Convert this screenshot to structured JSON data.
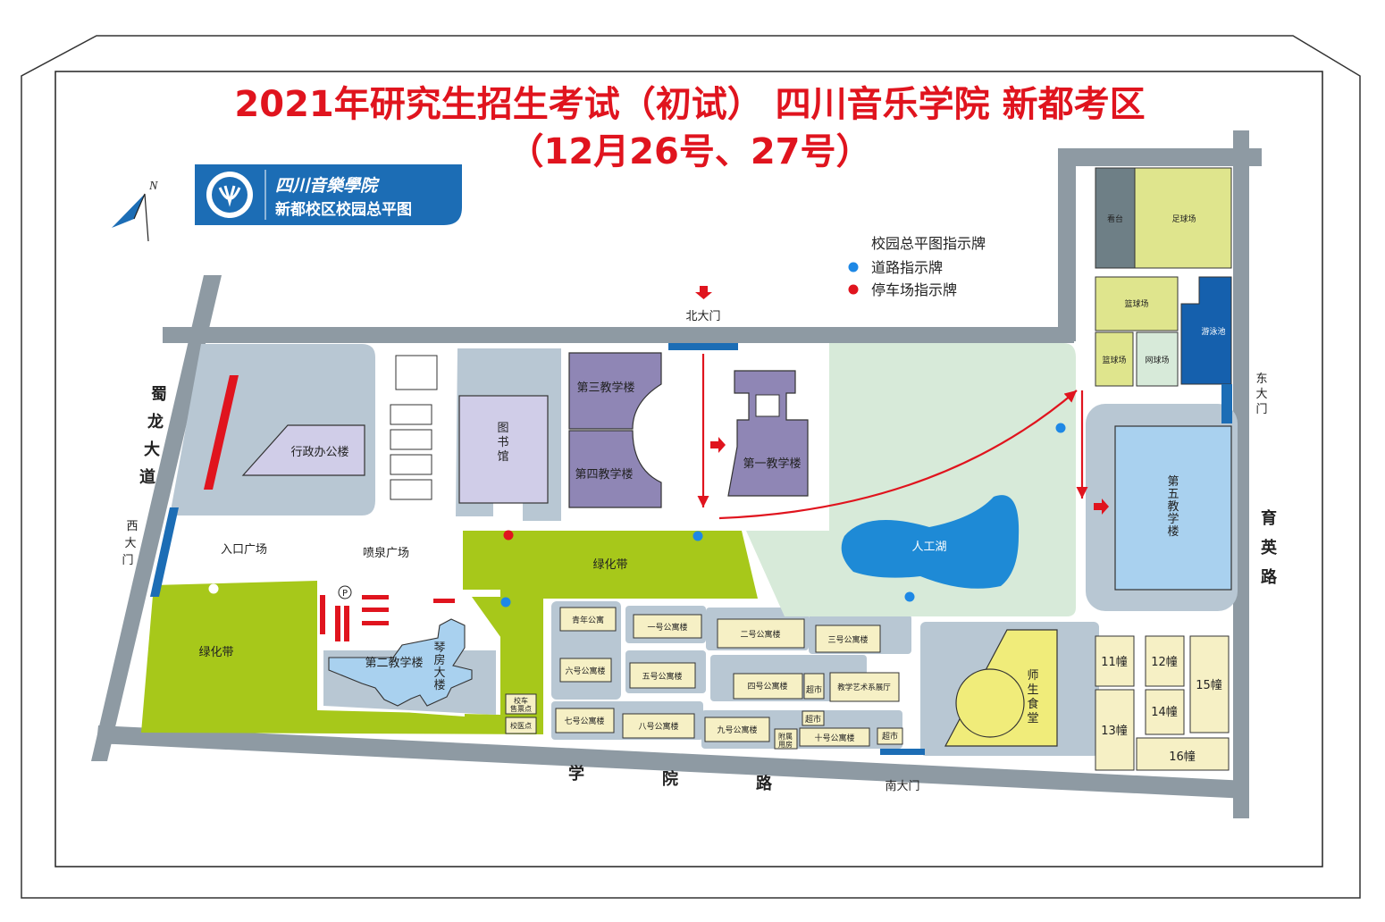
{
  "header": {
    "title_line1": "2021年研究生招生考试（初试） 四川音乐学院 新都考区",
    "title_line2": "（12月26号、27号）",
    "title_color": "#e0141e"
  },
  "logo": {
    "school": "四川音樂學院",
    "subtitle": "新都校区校园总平图",
    "background": "#1c6db5"
  },
  "compass": {
    "north": "N"
  },
  "legend": {
    "title": "校园总平图指示牌",
    "items": [
      {
        "label": "道路指示牌",
        "color": "#1e88e5"
      },
      {
        "label": "停车场指示牌",
        "color": "#e0141e"
      }
    ]
  },
  "roads": {
    "west": [
      "蜀",
      "龙",
      "大",
      "道"
    ],
    "east": [
      "育",
      "英",
      "路"
    ],
    "south": [
      "学",
      "院",
      "路"
    ]
  },
  "gates": {
    "north": "北大门",
    "south": "南大门",
    "west": [
      "西",
      "大",
      "门"
    ],
    "east": [
      "东",
      "大",
      "门"
    ]
  },
  "buildings": {
    "admin": "行政办公楼",
    "library": [
      "图",
      "书",
      "馆"
    ],
    "teaching3": "第三教学楼",
    "teaching4": "第四教学楼",
    "teaching1": "第一教学楼",
    "teaching2": "第二教学楼",
    "piano": [
      "琴",
      "房",
      "大",
      "楼"
    ],
    "teaching5": [
      "第",
      "五",
      "教",
      "学",
      "楼"
    ],
    "canteen": [
      "师",
      "生",
      "食",
      "堂"
    ],
    "lake": "人工湖",
    "stands": "看台",
    "football": "足球场",
    "basketball1": "篮球场",
    "basketball2": "篮球场",
    "tennis": "网球场",
    "pool": "游泳池",
    "entrance_plaza": "入口广场",
    "fountain_plaza": "喷泉广场",
    "green_north": "绿化带",
    "green_west": "绿化带",
    "parking": "P",
    "ticket": [
      "校车",
      "售票点"
    ],
    "clinic": "校医点"
  },
  "dorms": {
    "youth": "青年公寓",
    "d1": "一号公寓楼",
    "d2": "二号公寓楼",
    "d3": "三号公寓楼",
    "d4": "四号公寓楼",
    "d5": "五号公寓楼",
    "d6": "六号公寓楼",
    "d7": "七号公寓楼",
    "d8": "八号公寓楼",
    "d9": "九号公寓楼",
    "d10": "十号公寓楼",
    "market1": "超市",
    "market2": "超市",
    "market3": "超市",
    "exhibit": "教学艺术系展厅",
    "aux": [
      "附属",
      "用房"
    ]
  },
  "blocks": {
    "b11": "11幢",
    "b12": "12幢",
    "b13": "13幢",
    "b14": "14幢",
    "b15": "15幢",
    "b16": "16幢"
  }
}
